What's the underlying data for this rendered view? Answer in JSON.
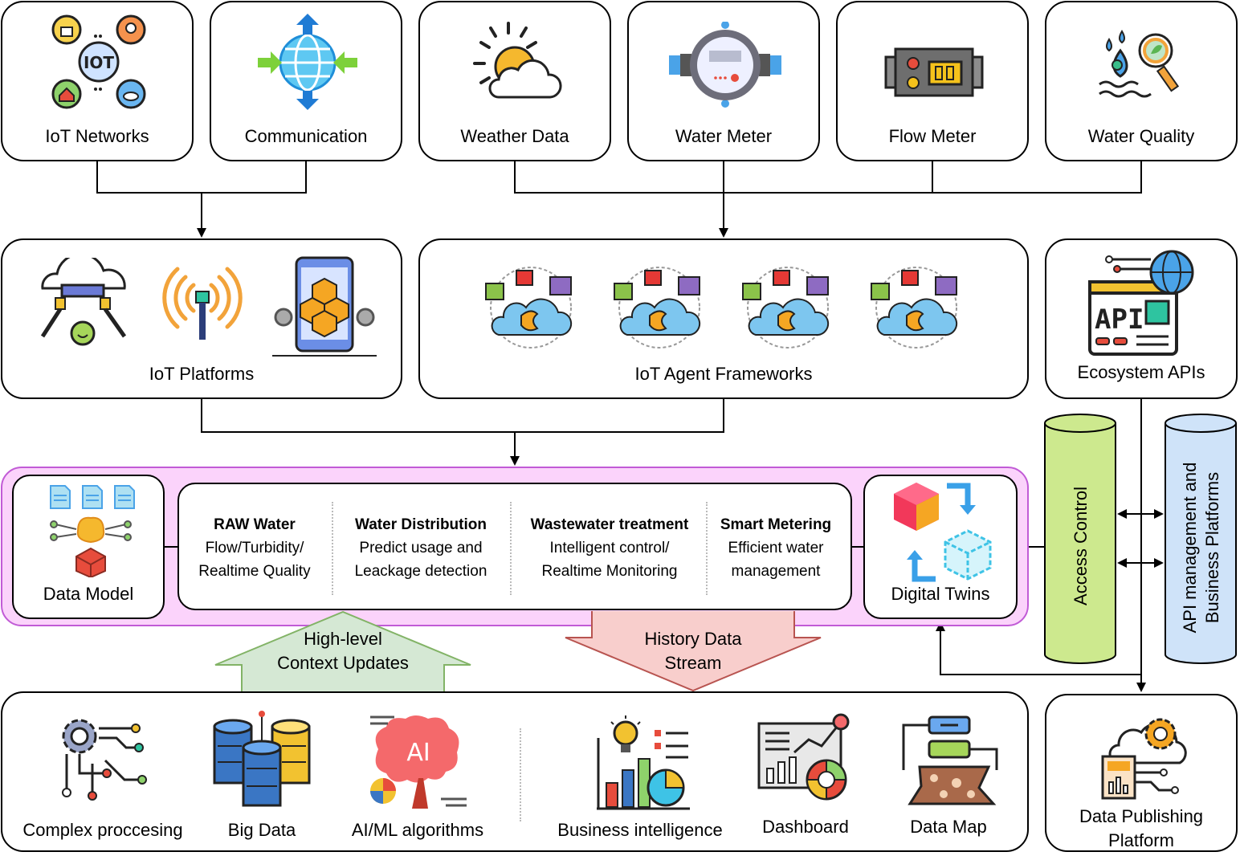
{
  "top_row": {
    "iot_networks": "IoT Networks",
    "communication": "Communication",
    "weather_data": "Weather Data",
    "water_meter": "Water Meter",
    "flow_meter": "Flow Meter",
    "water_quality": "Water Quality"
  },
  "middle_row": {
    "iot_platforms": "IoT Platforms",
    "iot_agent_frameworks": "IoT Agent Frameworks",
    "ecosystem_apis": "Ecosystem APIs",
    "api_text": "API"
  },
  "core": {
    "data_model": "Data Model",
    "digital_twins": "Digital Twins",
    "columns": [
      {
        "title": "RAW Water",
        "line1": "Flow/Turbidity/",
        "line2": "Realtime Quality"
      },
      {
        "title": "Water Distribution",
        "line1": "Predict usage and",
        "line2": "Leackage detection"
      },
      {
        "title": "Wastewater treatment",
        "line1": "Intelligent control/",
        "line2": "Realtime Monitoring"
      },
      {
        "title": "Smart Metering",
        "line1": "Efficient water",
        "line2": "management"
      }
    ]
  },
  "side": {
    "access_control": "Access Control",
    "api_management_l1": "API management and",
    "api_management_l2": "Business Platforms",
    "data_publishing_l1": "Data Publishing",
    "data_publishing_l2": "Platform"
  },
  "flows": {
    "up_l1": "High-level",
    "up_l2": "Context Updates",
    "down_l1": "History Data",
    "down_l2": "Stream"
  },
  "bottom_row": {
    "complex_processing": "Complex proccesing",
    "big_data": "Big Data",
    "ai_ml": "AI/ML algorithms",
    "ai_text": "AI",
    "iot_text": "IOT",
    "business_intelligence": "Business intelligence",
    "dashboard": "Dashboard",
    "data_map": "Data Map"
  },
  "colors": {
    "core_band": "#fbd3fb",
    "core_border": "#c15bd6",
    "access_control": "#cde98e",
    "api_management": "#cfe3f9",
    "up_arrow": "#d5e8d4",
    "up_arrow_border": "#82b366",
    "down_arrow": "#f8cecc",
    "down_arrow_border": "#b85450"
  }
}
